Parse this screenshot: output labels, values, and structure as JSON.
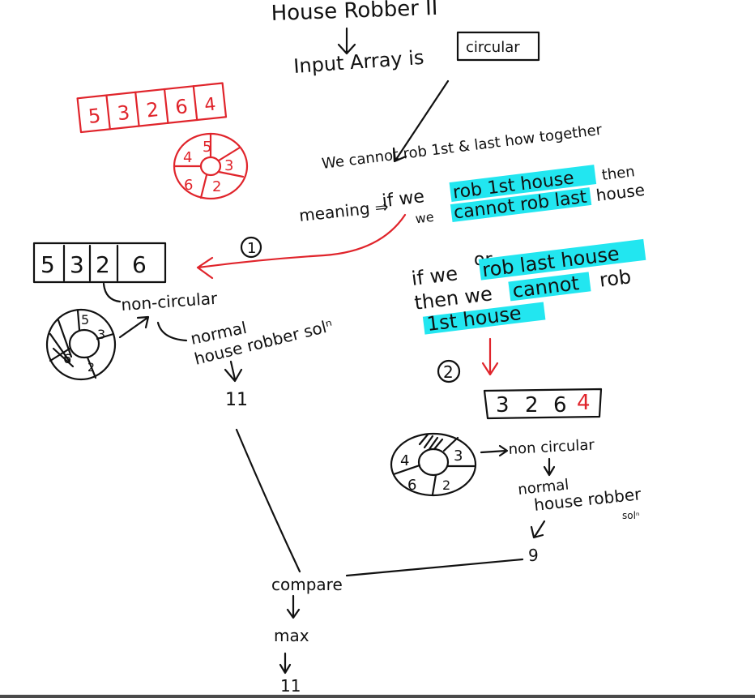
{
  "title": "House Robber II",
  "input_text": "Input Array is",
  "input_box": "circular",
  "red_array": [
    "5",
    "3",
    "2",
    "6",
    "4"
  ],
  "red_circle": [
    "5",
    "3",
    "2",
    "6",
    "4"
  ],
  "constraint_line": "We cannot rob  1st & last how together",
  "meaning_label": "meaning ⇒",
  "case1_line1": [
    "if we",
    "rob 1st house",
    "then"
  ],
  "case1_line2": [
    "we",
    "cannot rob last",
    "house"
  ],
  "or_text": "or",
  "case2_line1": [
    "if we",
    "rob last house"
  ],
  "case2_line2": [
    "then we",
    "cannot",
    "rob"
  ],
  "case2_line3": [
    "1st house"
  ],
  "step1": "1",
  "step2": "2",
  "left_array": [
    "5",
    "3",
    "2",
    "6"
  ],
  "left_circle": [
    "5",
    "3",
    "2",
    "6"
  ],
  "left_noncircular": "non-circular",
  "left_normal1": "normal",
  "left_normal2": "house robber solⁿ",
  "left_result": "11",
  "right_array": [
    "3",
    "2",
    "6",
    "4"
  ],
  "right_circle": [
    "3",
    "2",
    "6",
    "4"
  ],
  "right_noncircular": "non circular",
  "right_normal1": "normal",
  "right_normal2": "house robber",
  "right_normal3": "solⁿ",
  "right_result": "9",
  "compare": "compare",
  "max": "max",
  "final": "11",
  "colors": {
    "ink": "#111111",
    "red": "#e0242b",
    "highlight": "#22e6f0"
  }
}
